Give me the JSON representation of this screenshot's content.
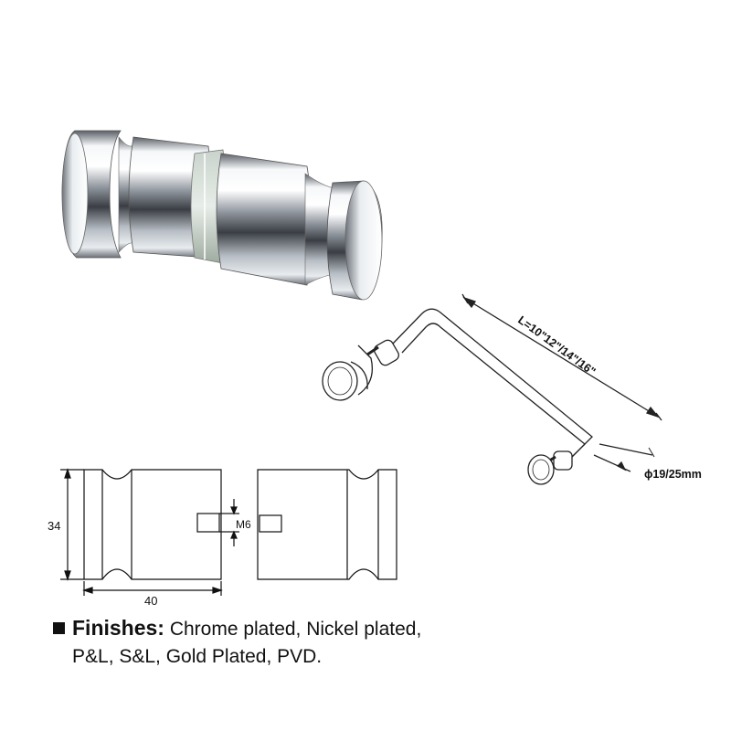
{
  "dimensions": {
    "height_label": "34",
    "width_label": "40",
    "thread_label": "M6",
    "length_label": "L=10\"12\"/14\"/16\"",
    "diameter_label": "ϕ19/25mm"
  },
  "finishes": {
    "label": "Finishes:",
    "line1": "Chrome plated, Nickel plated,",
    "line2": "P&L, S&L, Gold Plated, PVD."
  },
  "colors": {
    "chrome_dark": "#3b3f45",
    "chrome_mid": "#9aa0a8",
    "chrome_light": "#f4f6f8",
    "line": "#111111"
  }
}
